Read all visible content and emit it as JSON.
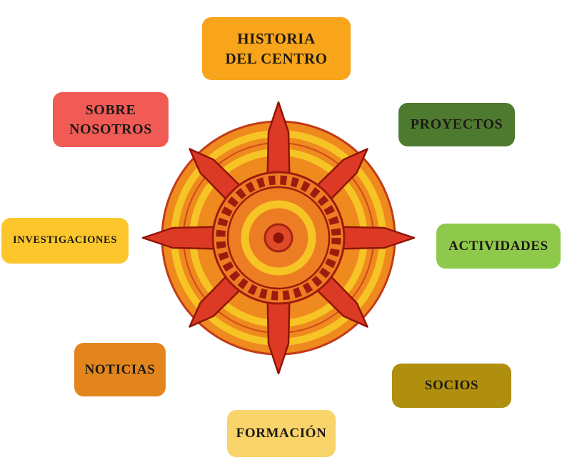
{
  "page": {
    "background": "#ffffff",
    "description": "Radial site-map diagram: eight labeled menu nodes arranged around a hand-drawn sun / compass-rose emblem"
  },
  "diagram": {
    "type": "radial-menu",
    "text_color": "#1d1a15",
    "nodes": {
      "historia": {
        "label": "HISTORIA\nDEL CENTRO",
        "color": "#F9A51B"
      },
      "sobre_nosotros": {
        "label": "SOBRE\nNOSOTROS",
        "color": "#F15B55"
      },
      "proyectos": {
        "label": "PROYECTOS",
        "color": "#4E7A2F"
      },
      "investigaciones": {
        "label": "INVESTIGACIONES",
        "color": "#FDC62C"
      },
      "actividades": {
        "label": "ACTIVIDADES",
        "color": "#8FC94C"
      },
      "noticias": {
        "label": "NOTICIAS",
        "color": "#E2851D"
      },
      "socios": {
        "label": "SOCIOS",
        "color": "#B08E0E"
      },
      "formacion": {
        "label": "FORMACIÓN",
        "color": "#F8D46A"
      }
    },
    "center_graphic": {
      "name": "sun-compass",
      "palette": {
        "outer_disc": "#EF8A1F",
        "yellow_rings": "#F6C425",
        "ray_fill": "#DD3A25",
        "ray_stroke": "#8F1408",
        "teeth_ring": "#9E1A0E",
        "inner_disc": "#ED7D23",
        "center_fill": "#E04B28",
        "center_dot": "#8F1408"
      }
    }
  }
}
